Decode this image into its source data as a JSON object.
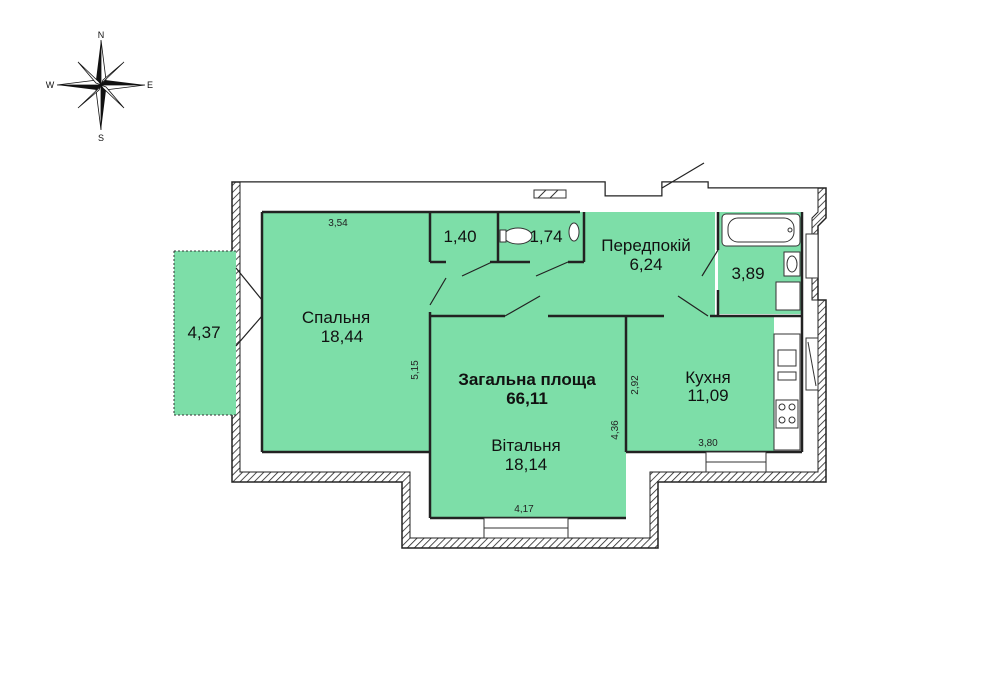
{
  "compass": {
    "north": "N",
    "south": "S",
    "east": "E",
    "west": "W",
    "icon": "compass-rose-icon"
  },
  "total": {
    "label": "Загальна площа",
    "value": "66,11"
  },
  "rooms": {
    "bedroom": {
      "name": "Спальня",
      "area": "18,44"
    },
    "living": {
      "name": "Вітальня",
      "area": "18,14"
    },
    "kitchen": {
      "name": "Кухня",
      "area": "11,09"
    },
    "hallway": {
      "name": "Передпокій",
      "area": "6,24"
    },
    "bathroom": {
      "area": "3,89"
    },
    "balcony": {
      "area": "4,37"
    },
    "storage": {
      "area": "1,40"
    },
    "wc": {
      "area": "1,74"
    }
  },
  "dimensions": {
    "bedroom_width": "3,54",
    "bedroom_depth": "5,15",
    "living_width": "4,17",
    "living_depth": "4,36",
    "kitchen_width": "3,80",
    "kitchen_depth": "2,92"
  },
  "colors": {
    "room_fill": "#7ddea8",
    "wall_hatch": "#222222"
  }
}
